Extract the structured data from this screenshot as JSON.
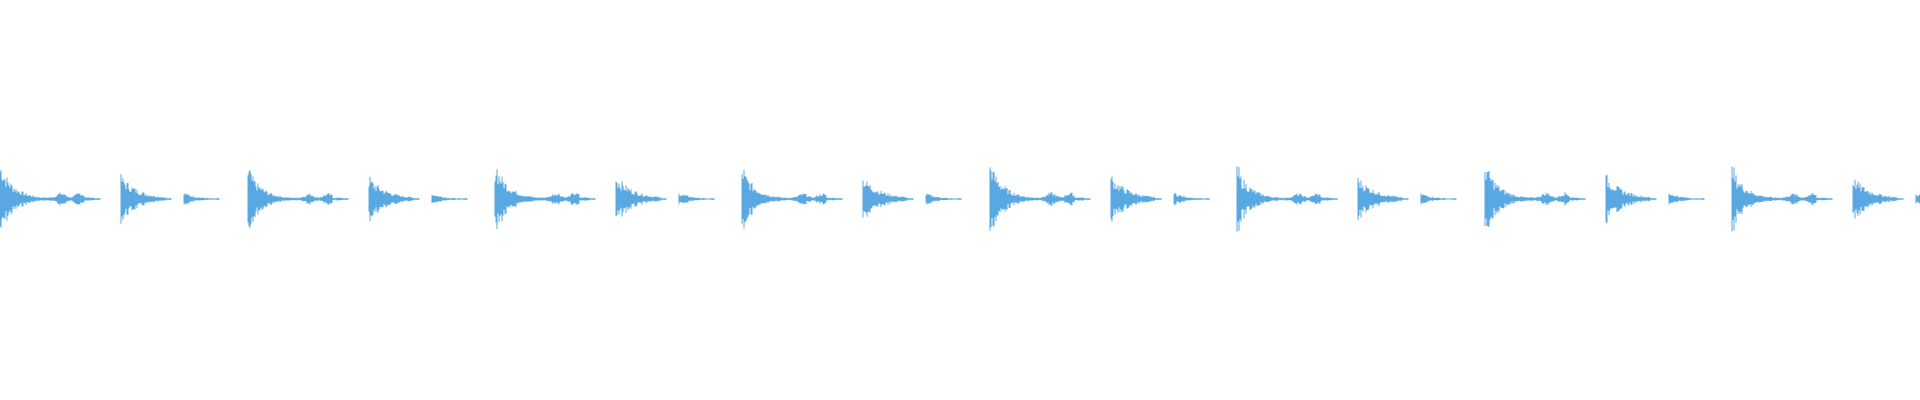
{
  "waveform": {
    "color": "#5aa8e2",
    "background": "#ffffff",
    "bar_count": 4,
    "hits_per_bar": [
      {
        "kind": "kick",
        "peak": 0.95,
        "decay": "long",
        "tail": true
      },
      {
        "kind": "snare",
        "peak": 0.62,
        "decay": "short",
        "tail": false
      },
      {
        "kind": "hat",
        "peak": 0.18,
        "decay": "short",
        "tail": false
      },
      {
        "kind": "kick2",
        "peak": 0.82,
        "decay": "long",
        "tail": true
      },
      {
        "kind": "snare",
        "peak": 0.58,
        "decay": "short",
        "tail": false
      },
      {
        "kind": "hat",
        "peak": 0.16,
        "decay": "short",
        "tail": false
      }
    ]
  }
}
